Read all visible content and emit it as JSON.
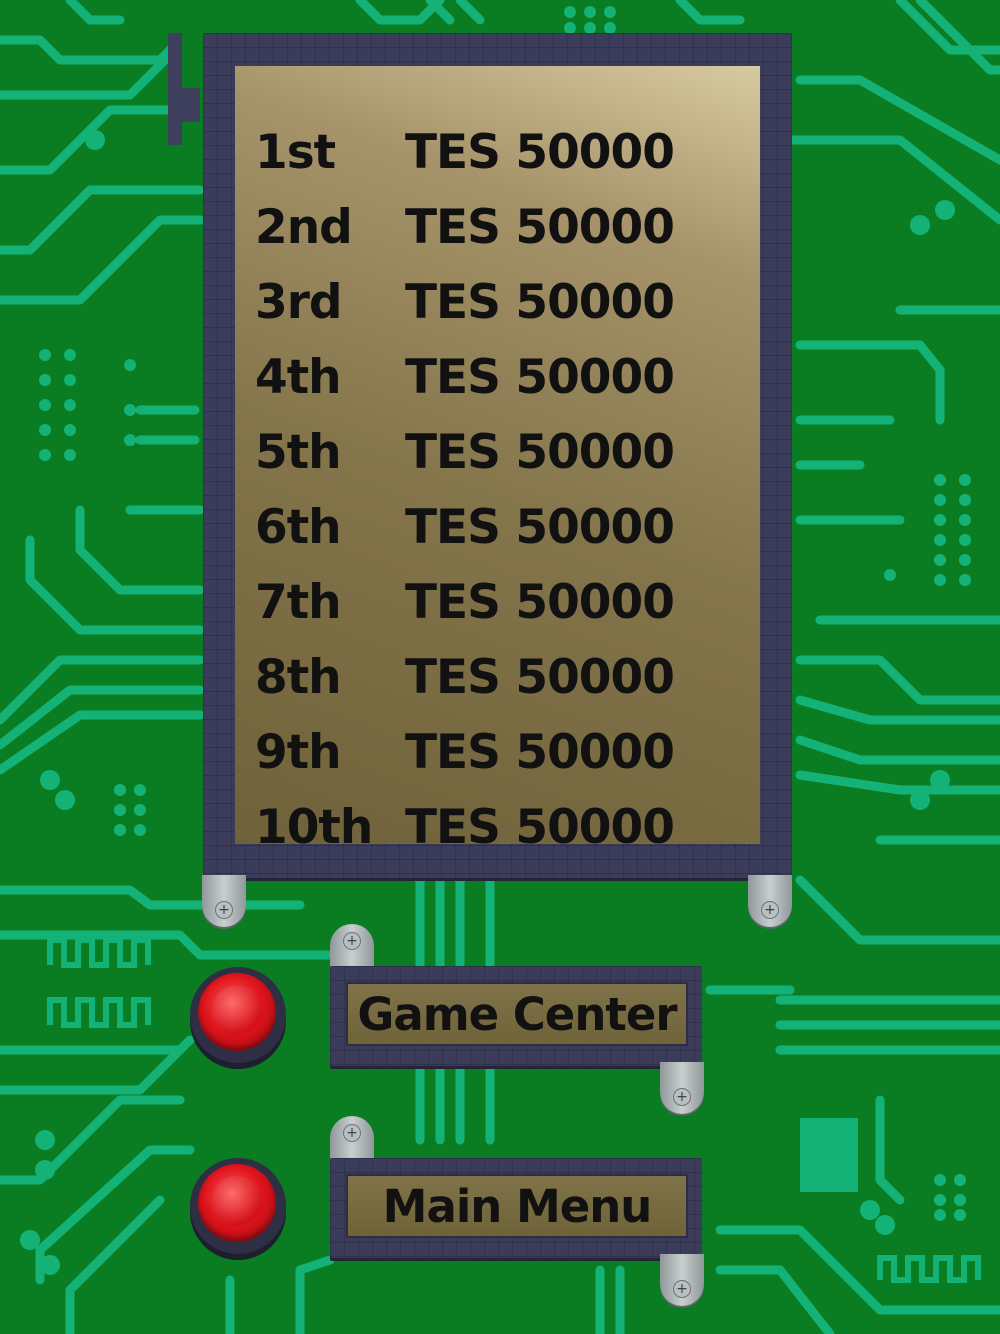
{
  "leaderboard": {
    "rows": [
      {
        "rank": "1st",
        "entry": "TES 50000"
      },
      {
        "rank": "2nd",
        "entry": "TES 50000"
      },
      {
        "rank": "3rd",
        "entry": "TES 50000"
      },
      {
        "rank": "4th",
        "entry": "TES 50000"
      },
      {
        "rank": "5th",
        "entry": "TES 50000"
      },
      {
        "rank": "6th",
        "entry": "TES 50000"
      },
      {
        "rank": "7th",
        "entry": "TES 50000"
      },
      {
        "rank": "8th",
        "entry": "TES 50000"
      },
      {
        "rank": "9th",
        "entry": "TES 50000"
      },
      {
        "rank": "10th",
        "entry": "TES 50000"
      }
    ]
  },
  "buttons": {
    "game_center": "Game Center",
    "main_menu": "Main Menu"
  },
  "icons": {
    "screw": "+",
    "red_button": "red-push-button-icon",
    "background": "circuit-board"
  },
  "colors": {
    "board": "#0a7d23",
    "trace": "#15b277",
    "panel": "#3a3c5a",
    "plate_light": "#d8caa0",
    "plate_dark": "#6f6139",
    "red": "#e0141c"
  }
}
